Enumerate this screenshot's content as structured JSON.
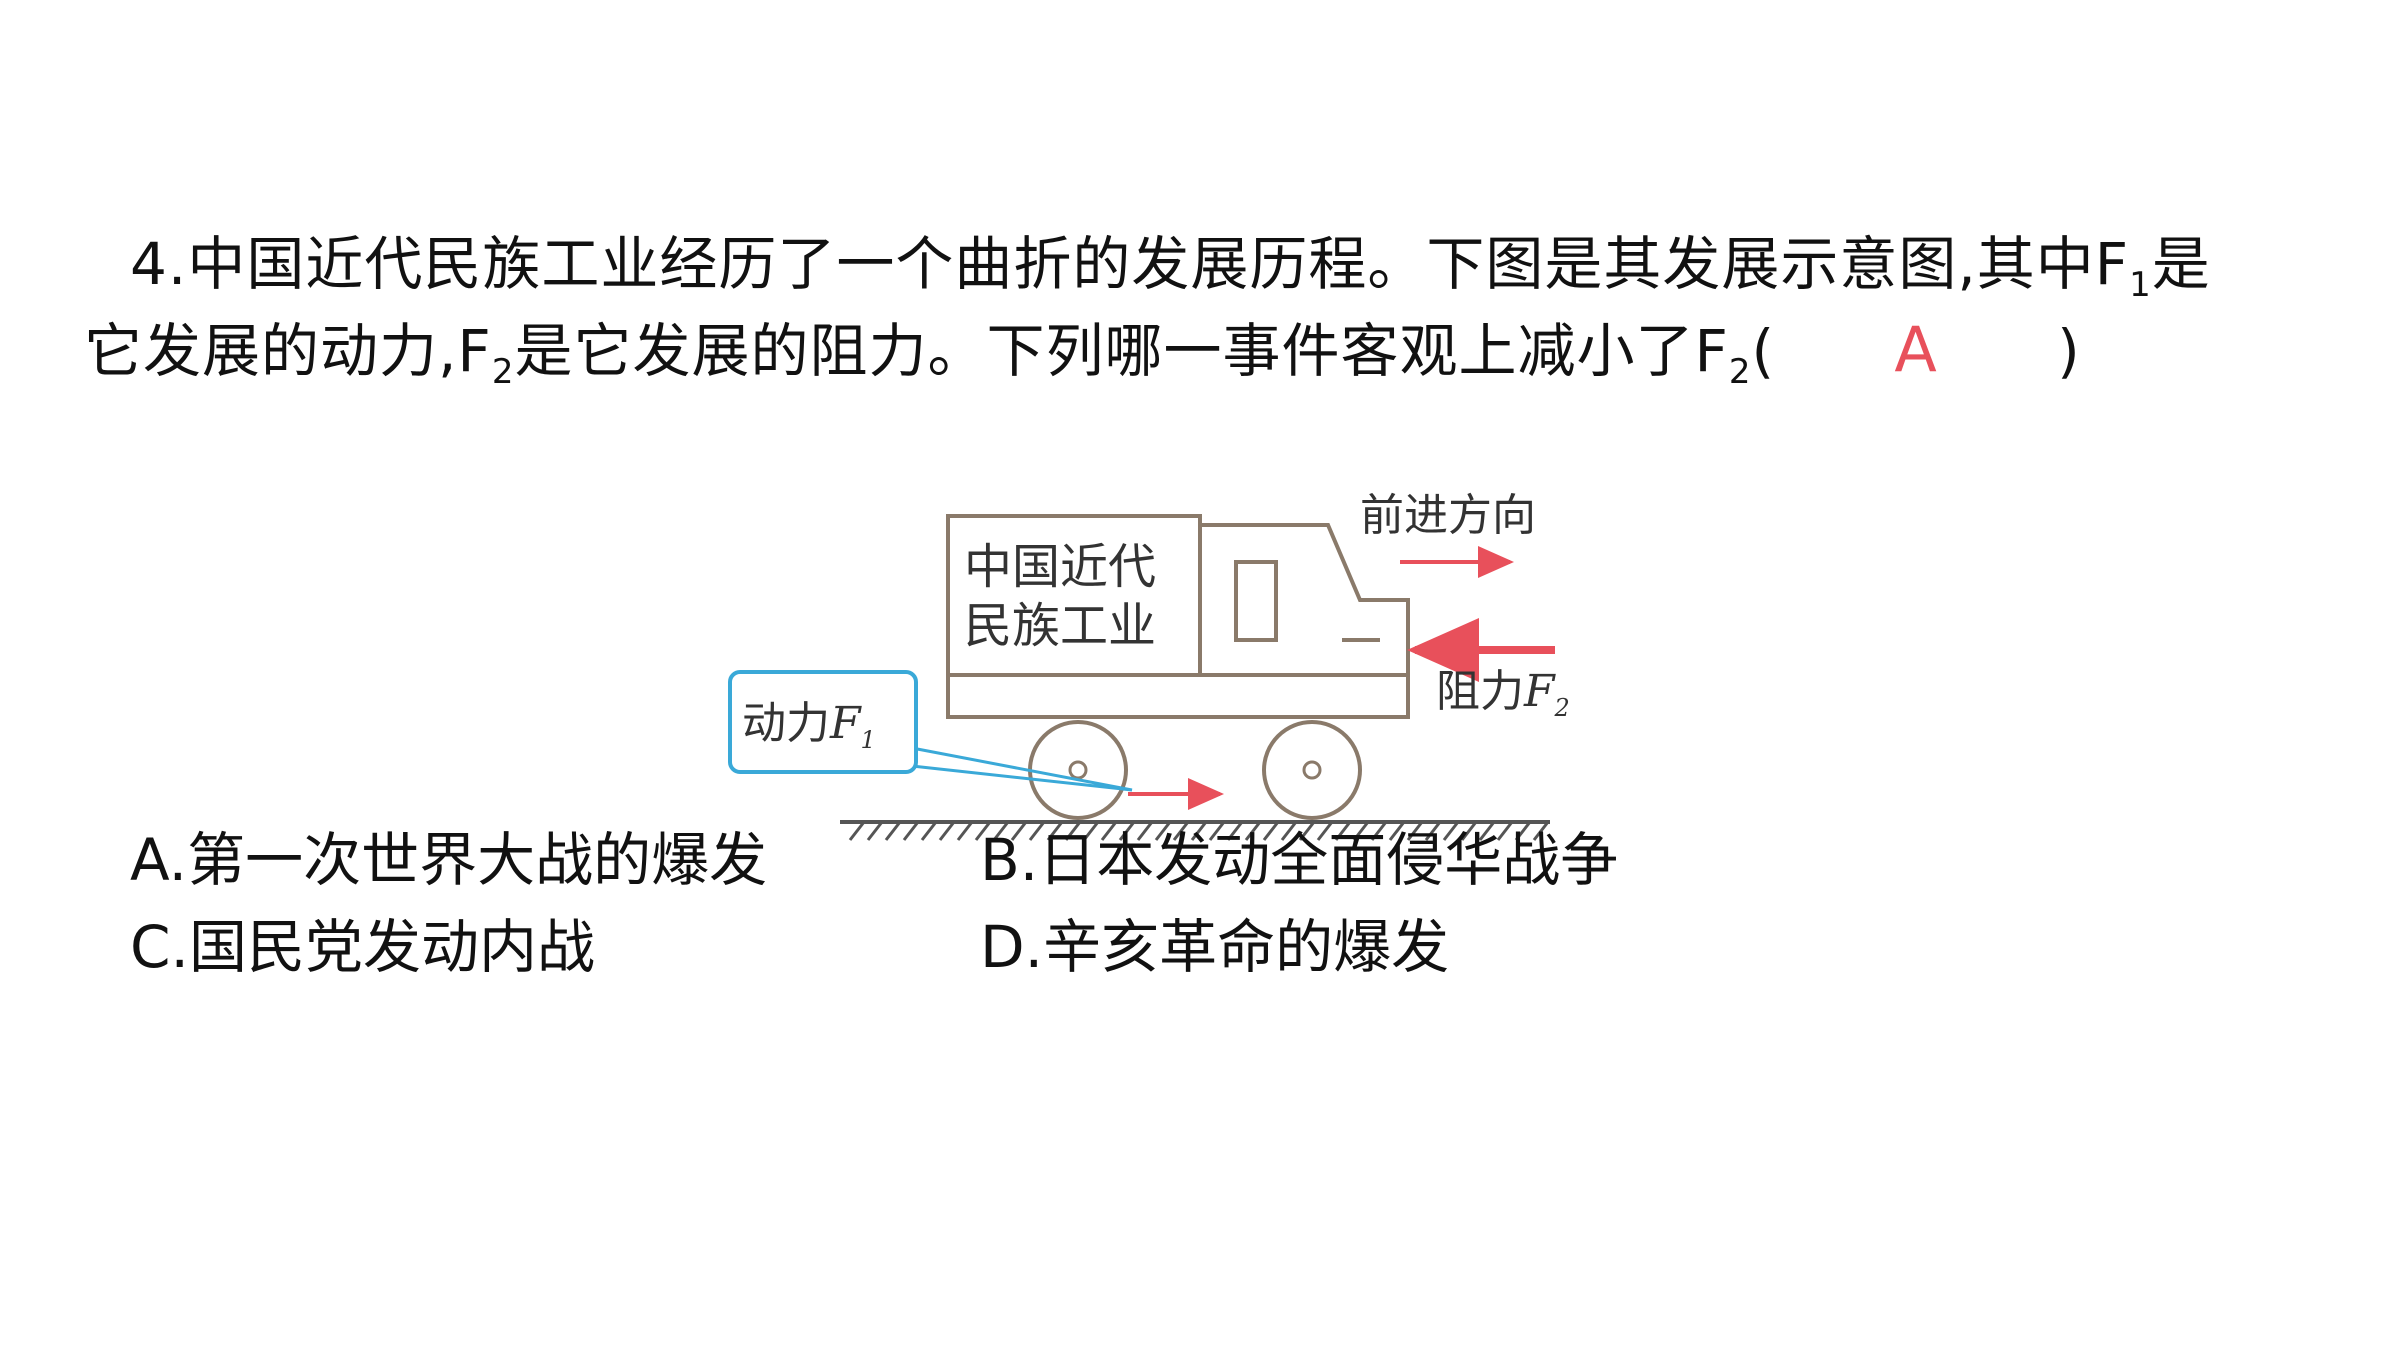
{
  "question": {
    "number": "4.",
    "line1_text": "中国近代民族工业经历了一个曲折的发展历程。下图是其发展示意图,其中F",
    "line1_sub": "1",
    "line1_end": "是",
    "line2_start": "它发展的动力,F",
    "line2_sub": "2",
    "line2_mid": "是它发展的阻力。下列哪一事件客观上减小了F",
    "line2_sub2": "2",
    "paren_open": "(",
    "answer": "A",
    "paren_close": ")"
  },
  "figure": {
    "cargo_line1": "中国近代",
    "cargo_line2": "民族工业",
    "direction_label": "前进方向",
    "resistance_label": "阻力",
    "resistance_var": "F",
    "resistance_sub": "2",
    "driving_label": "动力",
    "driving_var": "F",
    "driving_sub": "1",
    "colors": {
      "arrow": "#e8505b",
      "callout": "#3aa9d8",
      "truck": "#8a7a6a"
    }
  },
  "options": [
    {
      "letter": "A.",
      "text": "第一次世界大战的爆发"
    },
    {
      "letter": "B.",
      "text": "日本发动全面侵华战争"
    },
    {
      "letter": "C.",
      "text": "国民党发动内战"
    },
    {
      "letter": "D.",
      "text": "辛亥革命的爆发"
    }
  ]
}
